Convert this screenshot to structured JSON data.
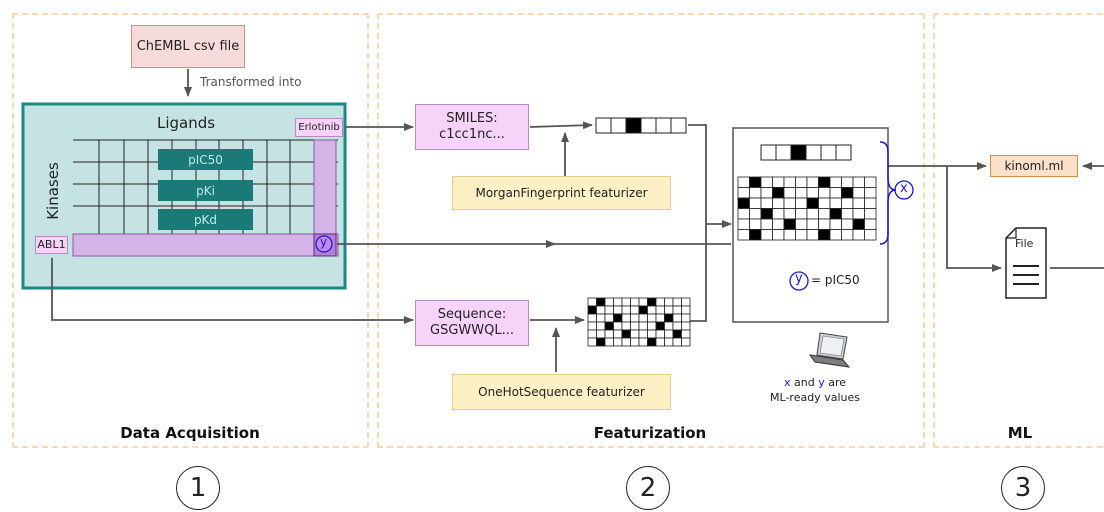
{
  "panels": {
    "acquisition": {
      "title": "Data Acquisition",
      "number": "1"
    },
    "featurization": {
      "title": "Featurization",
      "number": "2"
    },
    "ml": {
      "title": "ML",
      "number": "3"
    }
  },
  "acquisition": {
    "csv_file": "ChEMBL csv file",
    "transformed_into": "Transformed into",
    "ligands_label": "Ligands",
    "kinases_label": "Kinases",
    "erlotinib": "Erlotinib",
    "abl1": "ABL1",
    "measures": [
      "pIC50",
      "pKi",
      "pKd"
    ],
    "y_symbol": "y"
  },
  "featurization": {
    "smiles_line1": "SMILES:",
    "smiles_line2": "c1cc1nc...",
    "sequence_line1": "Sequence:",
    "sequence_line2": "GSGWWQL...",
    "morgan": "MorganFingerprint featurizer",
    "onehot": "OneHotSequence featurizer",
    "x_symbol": "x",
    "y_symbol": "y",
    "y_equals": "= pIC50",
    "note_x": "x",
    "note_and": " and ",
    "note_y": "y",
    "note_are": " are",
    "note_line2": "ML-ready values"
  },
  "ml": {
    "kinoml": "kinoml.ml",
    "file_label": "File"
  },
  "colors": {
    "panel_border": "#f7d9b0",
    "matrix_bg": "#c6e3e3",
    "matrix_border": "#1b8a86",
    "teal_cell": "#1b7a77",
    "highlight": "#d4b4e6",
    "accent_blue": "#1a1ad6"
  }
}
